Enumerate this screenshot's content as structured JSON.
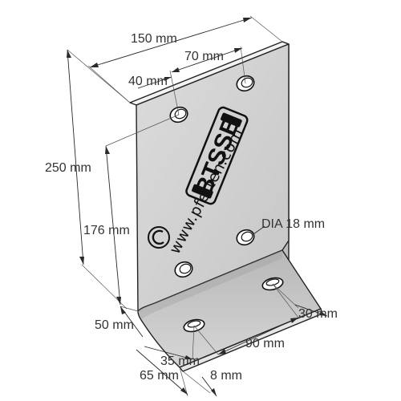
{
  "figure": {
    "product_stamp": "BTSSB",
    "website": "www.pfetten.com",
    "colors": {
      "plate_face": "#d4d4d4",
      "plate_top": "#f0f0f0",
      "plate_side": "#bcbcbc",
      "foot_face": "#c8c8c8",
      "ink": "#111111",
      "dimension_lines": "#2a2a2a"
    }
  },
  "dimensions": {
    "width_total": "150 mm",
    "hole_spacing_top": "70 mm",
    "hole_offset_top": "40 mm",
    "height_total": "250 mm",
    "hole_height": "176 mm",
    "hole_diameter": "DIA 18 mm",
    "foot_hole_edge": "30 mm",
    "foot_hole_spacing": "90 mm",
    "foot_height": "50 mm",
    "foot_hole_offset": "35 mm",
    "foot_depth": "65 mm",
    "thickness": "8 mm"
  }
}
